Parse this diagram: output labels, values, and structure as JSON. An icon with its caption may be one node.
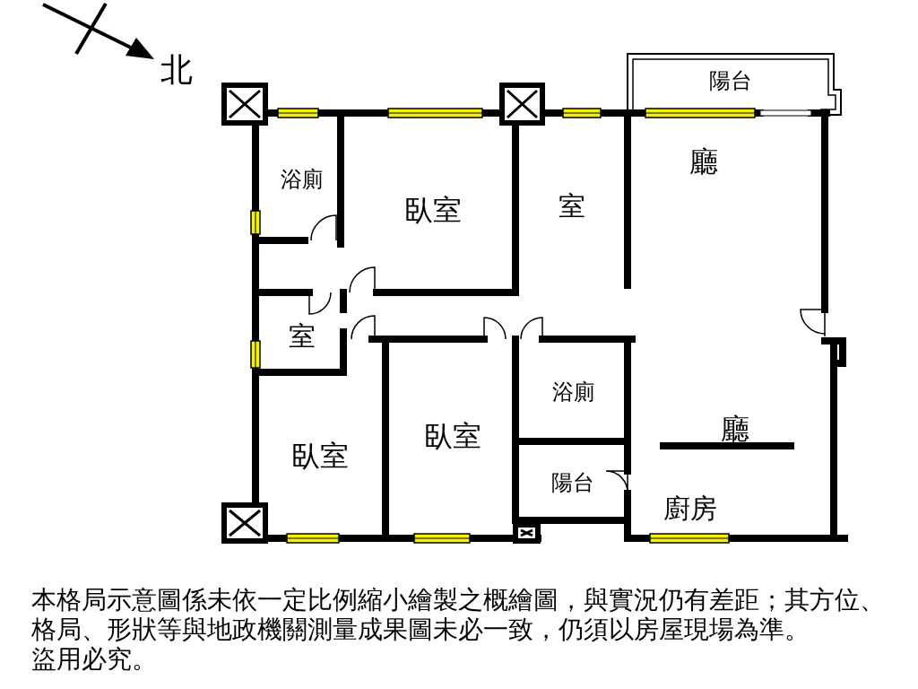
{
  "diagram": {
    "labels": [
      "北",
      "陽台",
      "浴廁",
      "臥室",
      "室",
      "廳",
      "室",
      "浴廁",
      "臥室",
      "臥室",
      "廳",
      "陽台",
      "廚房",
      "本格局示意圖係未依一定比例縮小繪製之概繪圖，與實況仍有差距；其方位、格局、形狀等與地政機關測量成果圖未必一致，仍須以房屋現場為準。",
      "盜用必究。"
    ]
  }
}
